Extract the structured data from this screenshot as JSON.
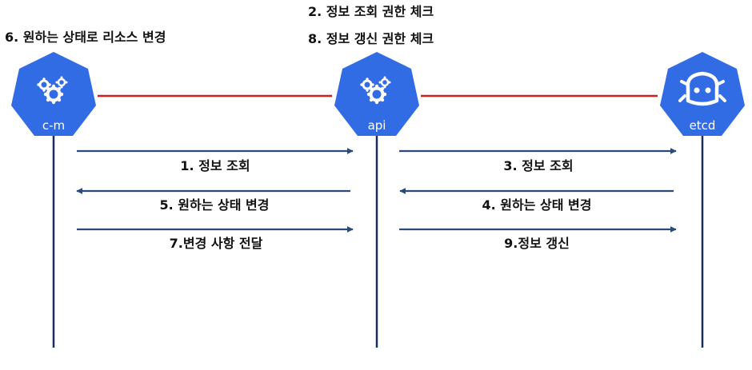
{
  "nodes": {
    "cm": {
      "label": "c-m"
    },
    "api": {
      "label": "api"
    },
    "etcd": {
      "label": "etcd"
    }
  },
  "notes": {
    "cm_top": "6. 원하는 상태로 리소스 변경",
    "api_top_1": "2. 정보 조회 권한 체크",
    "api_top_2": "8. 정보 갱신 권한 체크"
  },
  "messages": {
    "m1": "1. 정보 조회",
    "m5": "5. 원하는 상태 변경",
    "m7": "7.변경 사항 전달",
    "m3": "3. 정보 조회",
    "m4": "4. 원하는 상태 변경",
    "m9": "9.정보 갱신"
  },
  "colors": {
    "node_fill": "#326ce5",
    "connector": "#cc1f1f",
    "arrow": "#2a4a7a",
    "lifeline": "#1a2e5a"
  },
  "icons": {
    "cm": "gears-icon",
    "api": "gears-icon",
    "etcd": "etcd-robot-icon"
  }
}
